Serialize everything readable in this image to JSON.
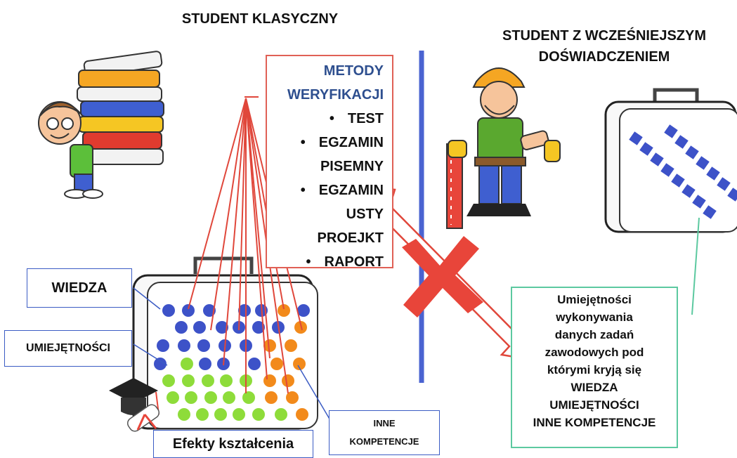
{
  "titles": {
    "left": "STUDENT KLASYCZNY",
    "right_line1": "STUDENT Z WCZEŚNIEJSZYM",
    "right_line2": "DOŚWIADCZENIEM"
  },
  "methods": {
    "header_line1": "METODY",
    "header_line2": "WERYFIKACJI",
    "items": [
      "TEST",
      "EGZAMIN",
      "PISEMNY",
      "EGZAMIN",
      "USTY",
      "PROEJKT",
      "RAPORT"
    ]
  },
  "labels": {
    "knowledge": "WIEDZA",
    "skills": "UMIEJĘTNOŚCI",
    "other": "INNE KOMPETENCJE",
    "outcomes": "Efekty kształcenia"
  },
  "green_box": {
    "lines": [
      "Umiejętności",
      "wykonywania",
      "danych zadań",
      "zawodowych  pod",
      "którymi kryją się",
      "WIEDZA",
      "UMIEJĘTNOŚCI",
      "INNE KOMPETENCJE"
    ]
  },
  "colors": {
    "knowledge_dot": "#3d52c8",
    "skills_dot": "#8edc3a",
    "other_dot": "#f28a1b",
    "red_line": "#e0473b",
    "divider": "#4a63d1",
    "teal_line": "#5cc9a0"
  },
  "icons": [
    "student-with-books-icon",
    "worker-icon",
    "suitcase-icon",
    "graduation-cap-icon",
    "cross-icon",
    "double-arrow-icon"
  ]
}
